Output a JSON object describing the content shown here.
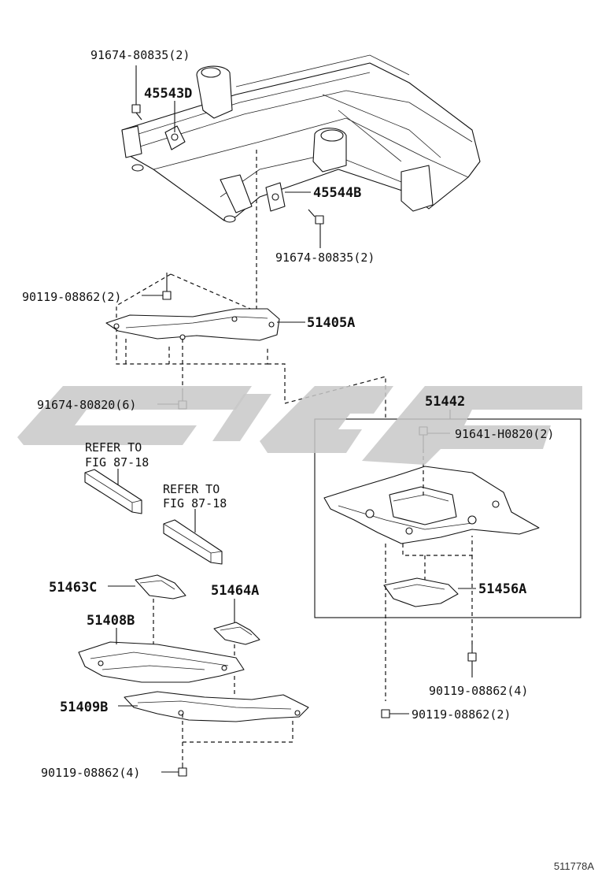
{
  "diagram_id": "511778A",
  "callouts": {
    "bolt_top_left": "91674-80835(2)",
    "part_45543d": "45543D",
    "part_45544b": "45544B",
    "bolt_top_right": "91674-80835(2)",
    "bolt_51405a_top": "90119-08862(2)",
    "part_51405a": "51405A",
    "bolt_51405a_bottom": "91674-80820(6)",
    "part_51442": "51442",
    "bolt_51442": "91641-H0820(2)",
    "part_51456a": "51456A",
    "bolt_51456a": "90119-08862(4)",
    "bolt_51442_bottom": "90119-08862(2)",
    "part_51463c": "51463C",
    "part_51464a": "51464A",
    "part_51408b": "51408B",
    "part_51409b": "51409B",
    "bolt_51409b": "90119-08862(4)"
  },
  "refs": {
    "ref1_line1": "REFER TO",
    "ref1_line2": "FIG 87-18",
    "ref2_line1": "REFER TO",
    "ref2_line2": "FIG 87-18"
  }
}
